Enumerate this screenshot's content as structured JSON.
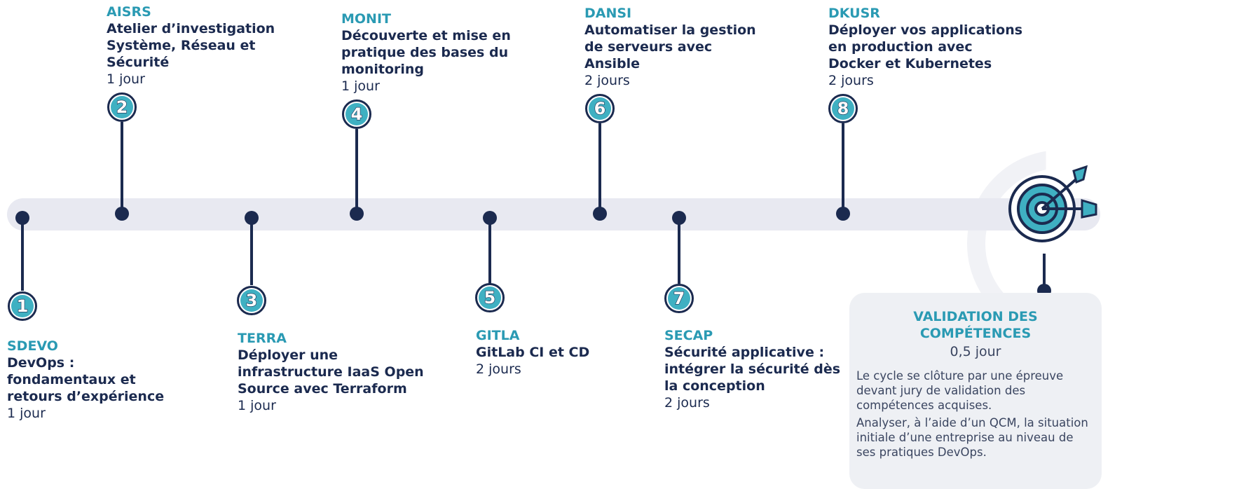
{
  "steps": [
    {
      "number": "1",
      "code": "SDEVO",
      "title": "DevOps :\nfondamentaux et\nretours d’expérience",
      "duration": "1 jour"
    },
    {
      "number": "2",
      "code": "AISRS",
      "title": "Atelier d’investigation\nSystème, Réseau et\nSécurité",
      "duration": "1 jour"
    },
    {
      "number": "3",
      "code": "TERRA",
      "title": "Déployer une\ninfrastructure IaaS Open\nSource avec Terraform",
      "duration": "1 jour"
    },
    {
      "number": "4",
      "code": "MONIT",
      "title": "Découverte et mise en\npratique des bases du\nmonitoring",
      "duration": "1 jour"
    },
    {
      "number": "5",
      "code": "GITLA",
      "title": "GitLab CI et CD",
      "duration": "2 jours"
    },
    {
      "number": "6",
      "code": "DANSI",
      "title": "Automatiser la gestion\nde serveurs avec\nAnsible",
      "duration": "2 jours"
    },
    {
      "number": "7",
      "code": "SECAP",
      "title": "Sécurité applicative :\nintégrer la sécurité dès\n la conception",
      "duration": "2 jours"
    },
    {
      "number": "8",
      "code": "DKUSR",
      "title": "Déployer vos applications\nen production avec\nDocker et Kubernetes",
      "duration": "2 jours"
    }
  ],
  "validation": {
    "title": "VALIDATION DES COMPÉTENCES",
    "duration": "0,5 jour",
    "text1": "Le cycle se clôture par une épreuve devant jury de validation des compétences acquises.",
    "text2": "Analyser, à l’aide d’un QCM, la situation initiale d’une entreprise au niveau de ses pratiques DevOps."
  },
  "colors": {
    "navy": "#1b2a4f",
    "teal": "#2a9ab3",
    "badge_fill": "#3fb0c2",
    "track": "#e8e9f1"
  },
  "icons": {
    "target": "target-with-arrows-icon"
  }
}
